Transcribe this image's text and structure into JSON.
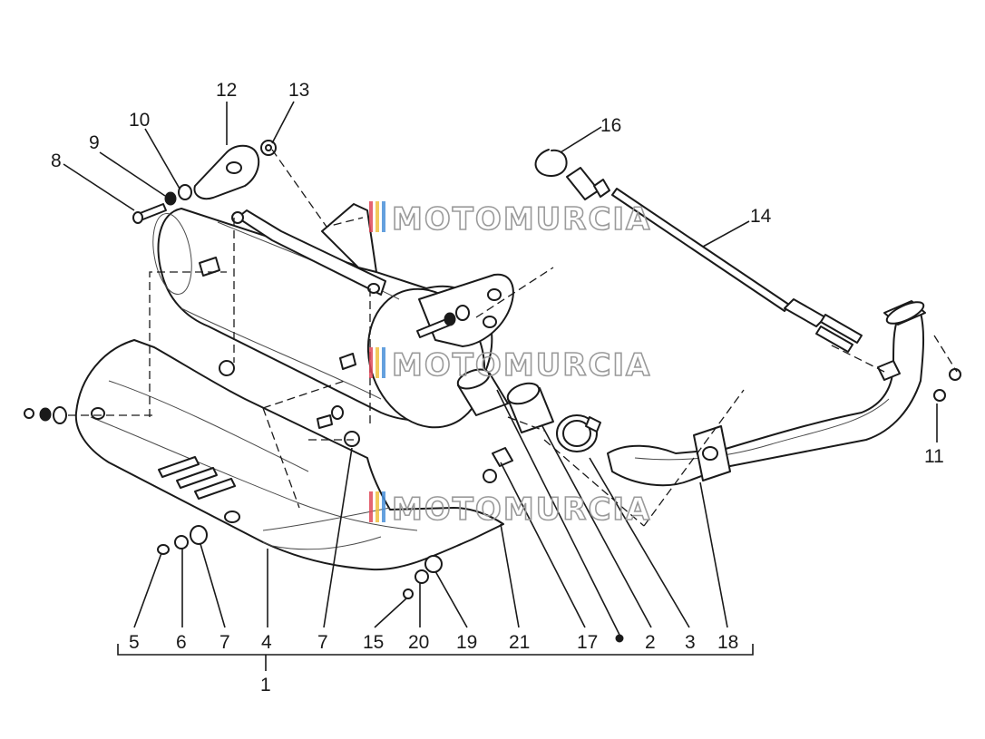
{
  "callouts": {
    "c1": "1",
    "c2": "2",
    "c3": "3",
    "c4": "4",
    "c5": "5",
    "c6": "6",
    "c7a": "7",
    "c7b": "7",
    "c8": "8",
    "c9": "9",
    "c10": "10",
    "c11": "11",
    "c12": "12",
    "c13": "13",
    "c14": "14",
    "c15": "15",
    "c16": "16",
    "c17": "17",
    "c18": "18",
    "c19": "19",
    "c20": "20",
    "c21": "21"
  },
  "watermark": {
    "text": "MOTOMURCIA",
    "stripe_colors": [
      "#e04a5a",
      "#f0c040",
      "#4a90d9"
    ]
  }
}
